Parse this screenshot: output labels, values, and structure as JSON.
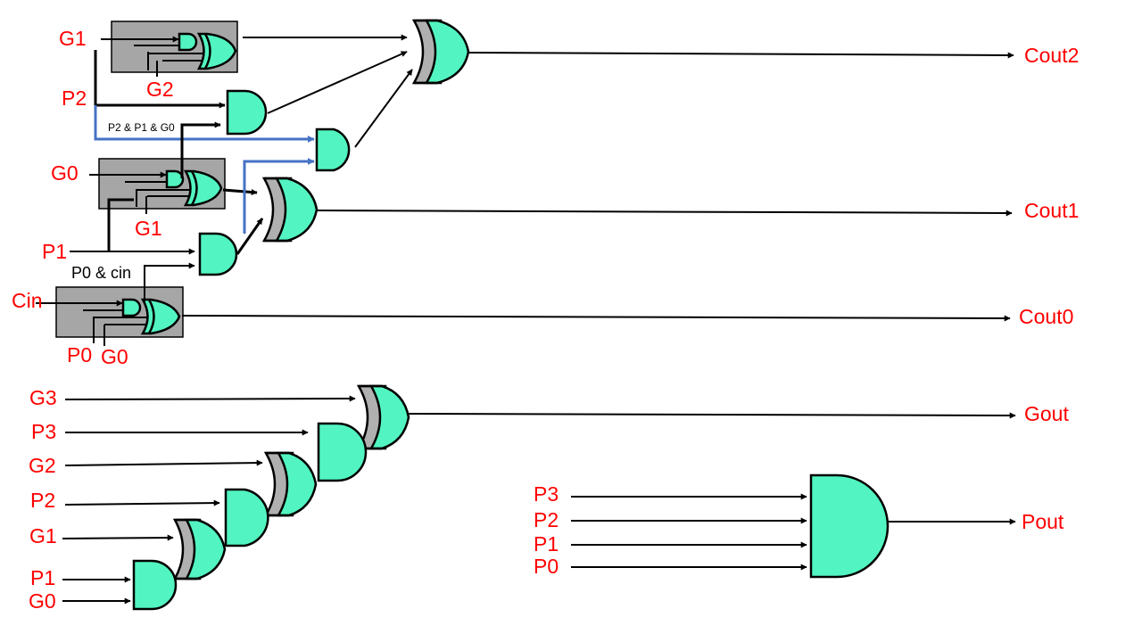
{
  "colors": {
    "gate_fill": "#52f5c1",
    "gate_shade": "#b0b0b0",
    "label": "#ff0000",
    "blue_wire": "#4472c4",
    "wire": "#000000",
    "box": "#a6a6a6"
  },
  "inputs": {
    "g1_top": "G1",
    "g2_top": "G2",
    "p2_top": "P2",
    "g0_mid": "G0",
    "g1_mid": "G1",
    "p1_mid": "P1",
    "cin": "Cin",
    "p0_low": "P0",
    "g0_low": "G0",
    "g3_b": "G3",
    "p3_b": "P3",
    "g2_b": "G2",
    "p2_b": "P2",
    "g1_b": "G1",
    "p1_b": "P1",
    "g0_b": "G0",
    "p3_r": "P3",
    "p2_r": "P2",
    "p1_r": "P1",
    "p0_r": "P0"
  },
  "outputs": {
    "cout2": "Cout2",
    "cout1": "Cout1",
    "cout0": "Cout0",
    "gout": "Gout",
    "pout": "Pout"
  },
  "annotations": {
    "p2p1g0": "P2 & P1 & G0",
    "p0cin": "P0 & cin"
  }
}
